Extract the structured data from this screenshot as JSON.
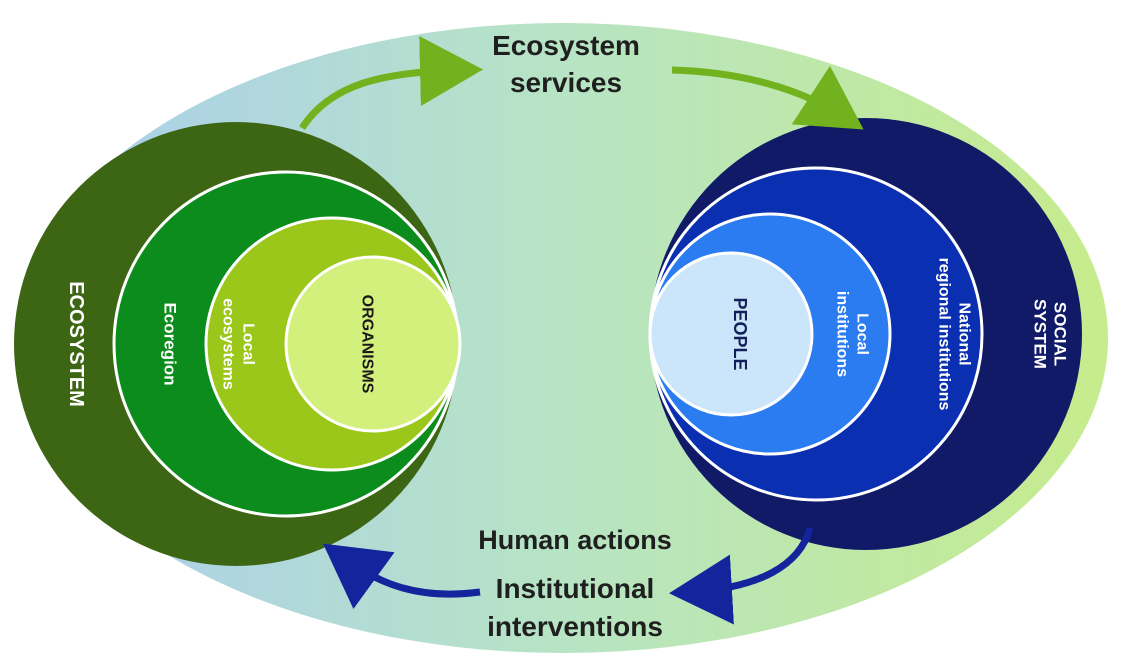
{
  "top_label": {
    "line1": "Ecosystem",
    "line2": "services"
  },
  "bottom_label": {
    "line1": "Human actions",
    "line2": "Institutional",
    "line3": "interventions"
  },
  "ecosystem": {
    "outer": "ECOSYSTEM",
    "ecoregion": "Ecoregion",
    "local_line1": "Local",
    "local_line2": "ecosystems",
    "organisms": "ORGANISMS"
  },
  "social": {
    "outer_line1": "SOCIAL",
    "outer_line2": "SYSTEM",
    "national_line1": "National",
    "national_line2": "regional institutions",
    "local_line1": "Local",
    "local_line2": "institutions",
    "people": "PEOPLE"
  },
  "colors": {
    "bg_left": "#a9cdf0",
    "bg_mid": "#b7e4c4",
    "bg_right": "#c6ec8c",
    "eco_outer": "#3d6614",
    "eco_ring2": "#0c8c1c",
    "eco_ring3": "#9bc71a",
    "eco_core": "#d4f07c",
    "soc_outer": "#101a66",
    "soc_ring2": "#0a2fb0",
    "soc_ring3": "#2a7cf0",
    "soc_core": "#cbe6fa",
    "arrow_green": "#72b21e",
    "arrow_blue": "#14249c"
  }
}
